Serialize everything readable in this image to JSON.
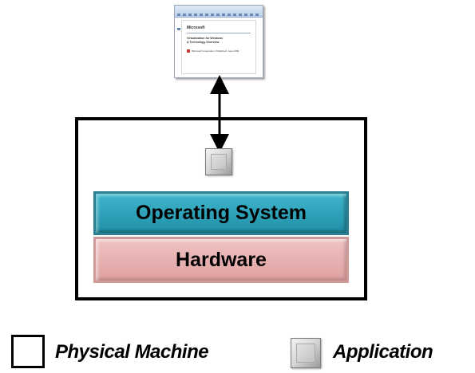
{
  "document": {
    "title": "Microsoft",
    "heading_line1": "Virtualization for Windows",
    "heading_line2": "A Technology Overview",
    "footer": "Microsoft Corporation. Published: June 2009"
  },
  "layers": {
    "os": "Operating System",
    "hardware": "Hardware"
  },
  "legend": {
    "machine": "Physical Machine",
    "application": "Application"
  },
  "colors": {
    "os": "#2fa6bd",
    "hardware": "#e8b5b5",
    "border": "#000000"
  }
}
